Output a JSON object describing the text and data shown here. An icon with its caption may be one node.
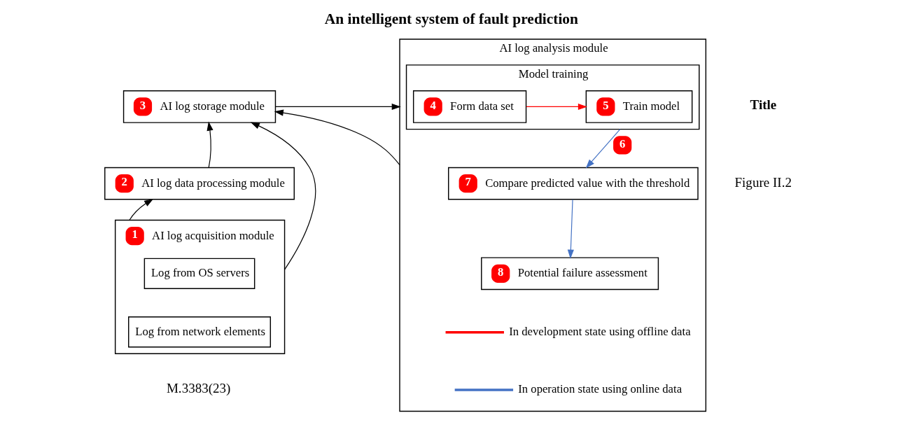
{
  "diagram": {
    "title": "An intelligent system of fault prediction",
    "nodes": [
      {
        "text": [
          "3",
          "AI log storage module"
        ]
      },
      {
        "text": [
          "2",
          "AI log data processing module"
        ]
      },
      {
        "text": [
          "1",
          "AI log acquisition module"
        ]
      },
      {
        "text": [
          "Log from OS servers"
        ],
        "in": 2
      },
      {
        "text": [
          "Log from network elements"
        ],
        "in": 2
      },
      {
        "text": [
          "AI log analysis module"
        ]
      },
      {
        "text": [
          "Model training"
        ],
        "in": 5
      },
      {
        "text": [
          "4",
          "Form data set"
        ],
        "in": 6
      },
      {
        "text": [
          "5",
          "Train model"
        ],
        "in": 6
      },
      {
        "text": [
          "7",
          "Compare predicted value with the threshold"
        ],
        "in": 5
      },
      {
        "text": [
          "8",
          "Potential failure assessment"
        ],
        "in": 5
      }
    ],
    "edges": [
      {
        "from": 1,
        "to": 0,
        "arrow": "to"
      },
      {
        "from": 2,
        "to": 1,
        "arrow": "to"
      },
      {
        "from": 2,
        "to": 0,
        "arrow": "to"
      },
      {
        "from": 0,
        "to": 5,
        "arrow": "to"
      },
      {
        "from": 5,
        "to": 0,
        "arrow": "to"
      },
      {
        "from": 7,
        "to": 8,
        "arrow": "to",
        "color": "#ff0000"
      },
      {
        "from": 6,
        "to": 9,
        "arrow": "to",
        "label": "6",
        "color": "#4472c4"
      },
      {
        "from": 9,
        "to": 10,
        "arrow": "to",
        "color": "#4472c4"
      }
    ],
    "labels": [
      "Title",
      "Figure II.2",
      "M.3383(23)"
    ],
    "legend": [
      {
        "text": "In development state using offline data",
        "color": "#ff0000"
      },
      {
        "text": "In operation state using online data",
        "color": "#4472c4"
      }
    ]
  }
}
